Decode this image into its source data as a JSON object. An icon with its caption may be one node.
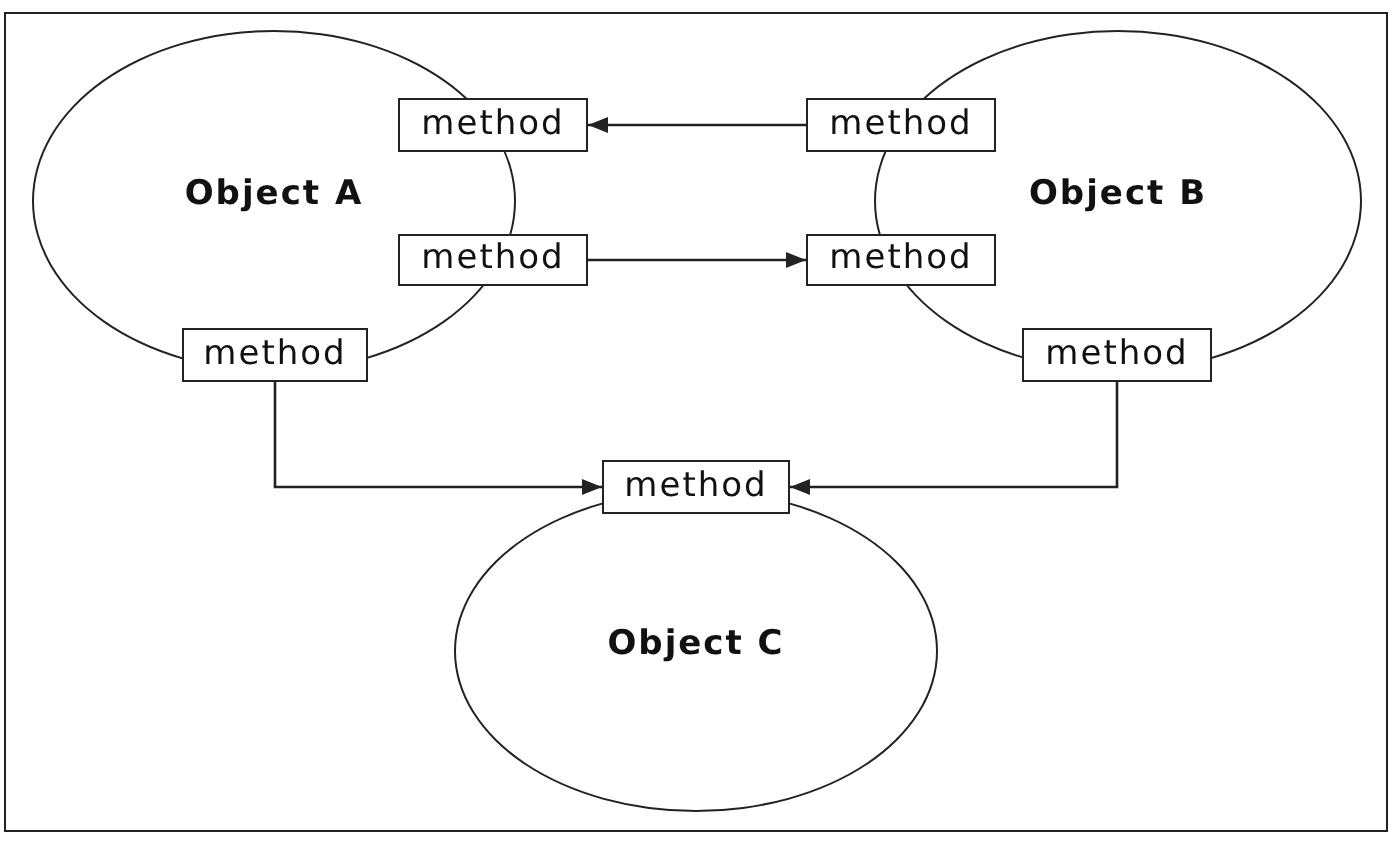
{
  "diagram": {
    "nodes": [
      {
        "text": [
          "Object A"
        ]
      },
      {
        "text": [
          "method"
        ]
      },
      {
        "text": [
          "method"
        ]
      },
      {
        "text": [
          "method"
        ]
      },
      {
        "text": [
          "Object B"
        ]
      },
      {
        "text": [
          "method"
        ]
      },
      {
        "text": [
          "method"
        ]
      },
      {
        "text": [
          "method"
        ]
      },
      {
        "text": [
          "Object C"
        ]
      },
      {
        "text": [
          "method"
        ]
      }
    ],
    "edges": [
      {
        "from": 5,
        "to": 1,
        "arrow": "to"
      },
      {
        "from": 2,
        "to": 6,
        "arrow": "to"
      },
      {
        "from": 3,
        "to": 9,
        "arrow": "to"
      },
      {
        "from": 7,
        "to": 9,
        "arrow": "to"
      }
    ]
  }
}
